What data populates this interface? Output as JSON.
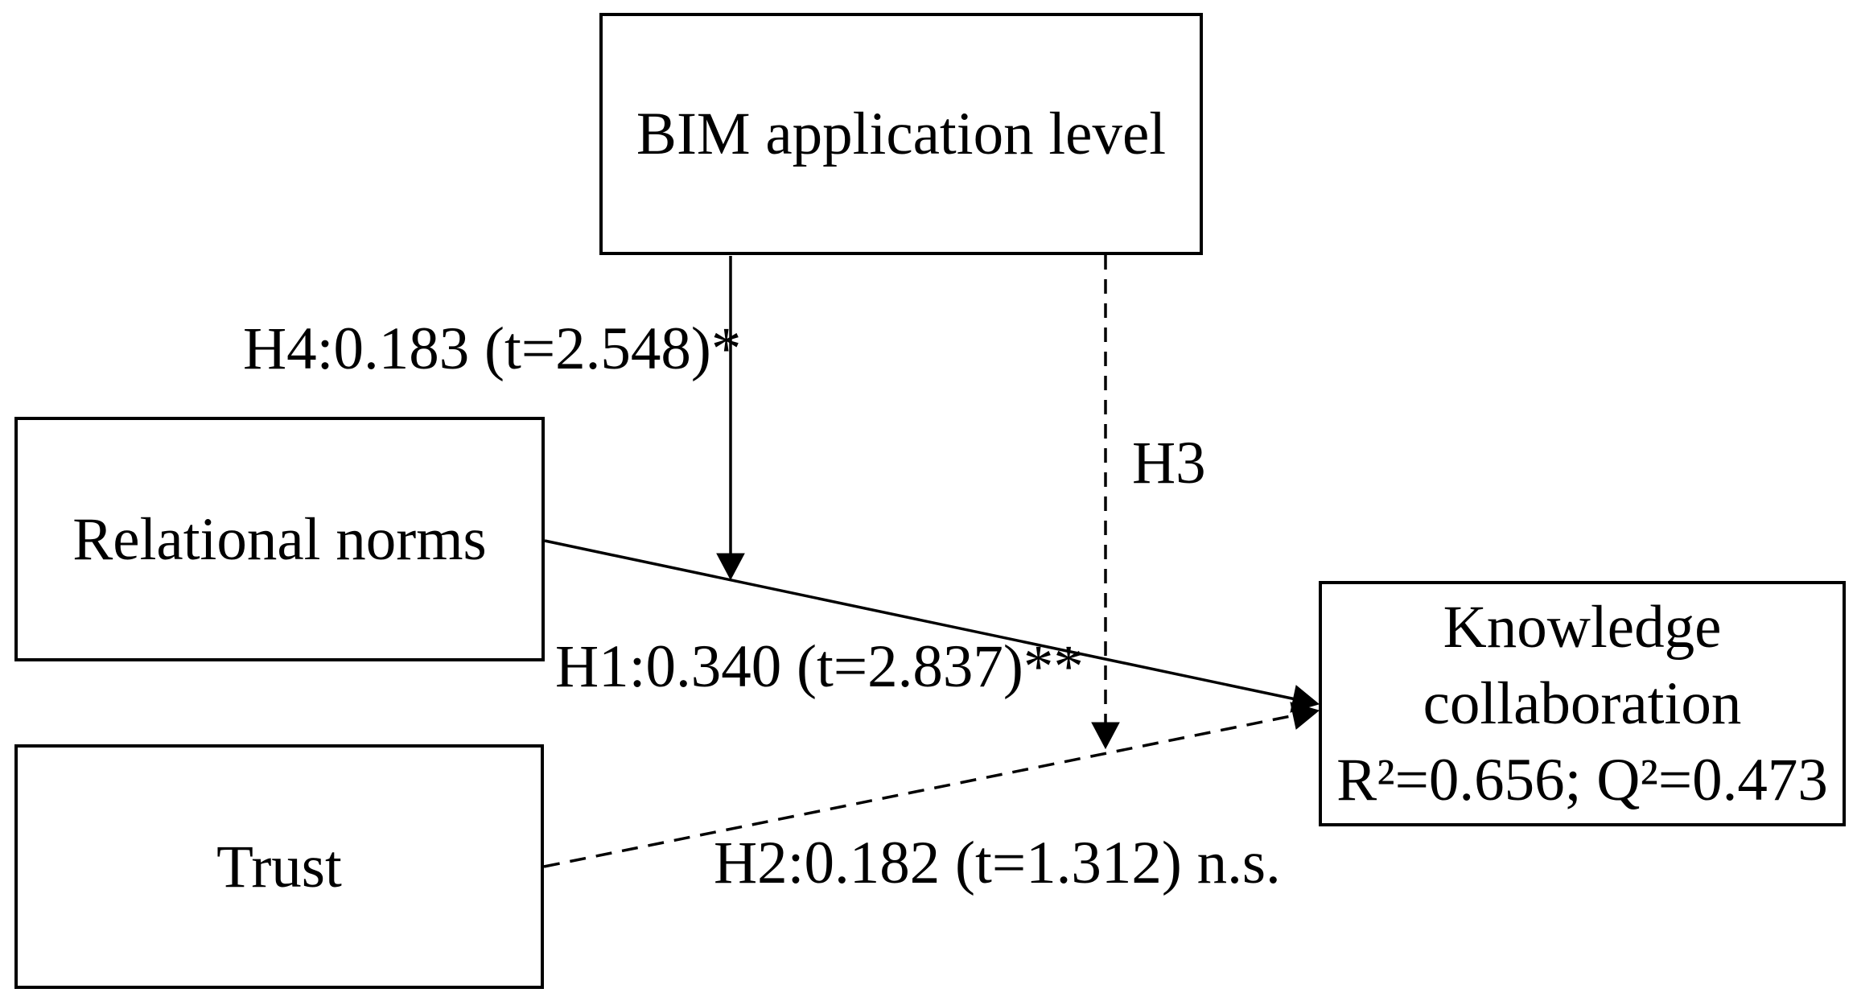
{
  "canvas": {
    "background_color": "#ffffff",
    "ink_color": "#000000"
  },
  "nodes": {
    "bim": {
      "label": "BIM application level"
    },
    "relational_norms": {
      "label": "Relational norms"
    },
    "trust": {
      "label": "Trust"
    },
    "knowledge_collaboration": {
      "label_line1": "Knowledge",
      "label_line2": "collaboration",
      "stats": "R²=0.656; Q²=0.473"
    }
  },
  "edges": {
    "h1": {
      "label": "H1:0.340 (t=2.837)**",
      "style": "solid",
      "from": "relational_norms",
      "to": "knowledge_collaboration"
    },
    "h2": {
      "label": "H2:0.182 (t=1.312) n.s.",
      "style": "dashed",
      "from": "trust",
      "to": "knowledge_collaboration"
    },
    "h3": {
      "label": "H3",
      "style": "dashed",
      "from": "bim",
      "to": "h2_path"
    },
    "h4": {
      "label": "H4:0.183 (t=2.548)*",
      "style": "solid",
      "from": "bim",
      "to": "h1_path"
    }
  }
}
